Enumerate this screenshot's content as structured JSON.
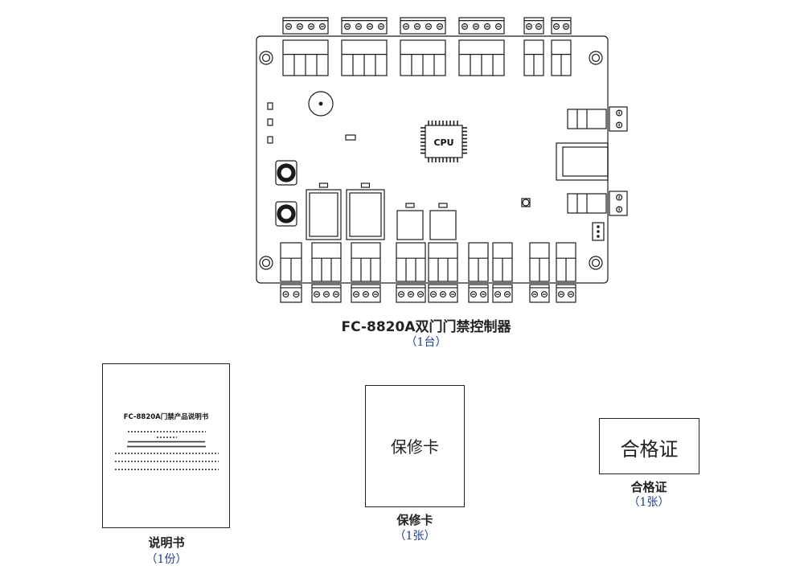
{
  "product": {
    "title": "FC-8820A双门门禁控制器",
    "quantity": "（1台）",
    "chip_label": "CPU"
  },
  "manual": {
    "caption": "说明书",
    "quantity": "（1份）",
    "doc_heading": "FC-8820A门禁产品说明书"
  },
  "warranty_card": {
    "caption": "保修卡",
    "quantity": "（1张）",
    "card_text": "保修卡"
  },
  "certificate": {
    "caption": "合格证",
    "quantity": "（1张）",
    "card_text": "合格证"
  }
}
